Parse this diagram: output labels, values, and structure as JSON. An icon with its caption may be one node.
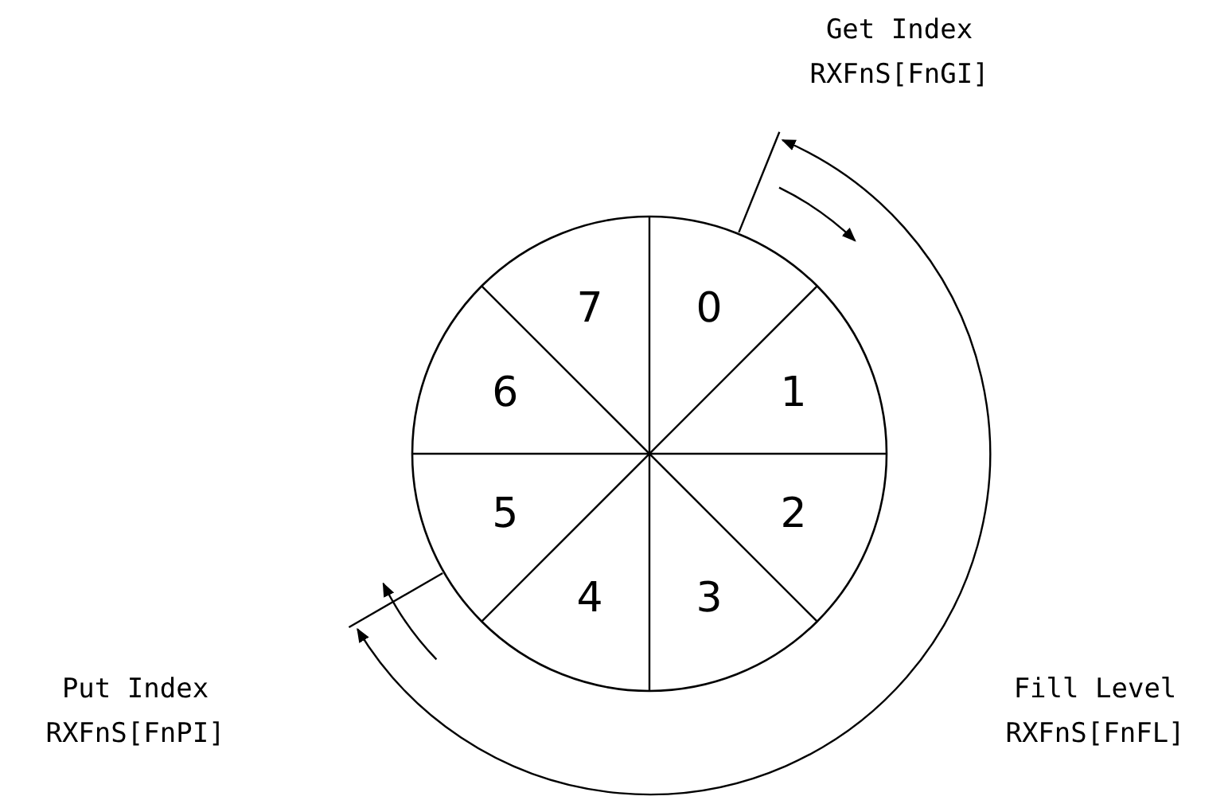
{
  "diagram": {
    "nodes": [
      {
        "text": [],
        "shape": "circle"
      },
      {
        "text": [
          "7"
        ],
        "in": 0
      },
      {
        "text": [
          "0"
        ],
        "in": 0
      },
      {
        "text": [
          "6"
        ],
        "in": 0
      },
      {
        "text": [
          "1"
        ],
        "in": 0
      },
      {
        "text": [
          "5"
        ],
        "in": 0
      },
      {
        "text": [
          "2"
        ],
        "in": 0
      },
      {
        "text": [
          "4"
        ],
        "in": 0
      },
      {
        "text": [
          "3"
        ],
        "in": 0
      }
    ],
    "edges": [],
    "labels": [
      "Get Index",
      "RXFnS[FnGI]",
      "Put Index",
      "RXFnS[FnPI]",
      "Fill Level",
      "RXFnS[FnFL]"
    ]
  }
}
